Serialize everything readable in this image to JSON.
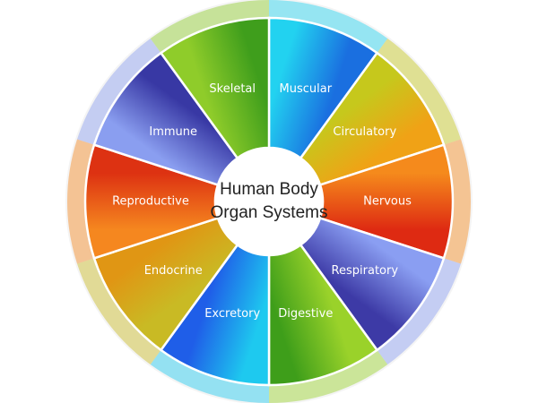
{
  "center": {
    "title_line1": "Human Body",
    "title_line2": "Organ Systems"
  },
  "segments": [
    {
      "label": "Muscular",
      "color_dark": "#1a6fe0",
      "color_light": "#22d2f0"
    },
    {
      "label": "Circulatory",
      "color_dark": "#f0a216",
      "color_light": "#c6c81c"
    },
    {
      "label": "Nervous",
      "color_dark": "#de2a12",
      "color_light": "#f58a1c"
    },
    {
      "label": "Respiratory",
      "color_dark": "#3d3aa6",
      "color_light": "#8a9ef2"
    },
    {
      "label": "Digestive",
      "color_dark": "#3e9e1a",
      "color_light": "#9ad22a"
    },
    {
      "label": "Excretory",
      "color_dark": "#1f5ee8",
      "color_light": "#1ec9ef"
    },
    {
      "label": "Endocrine",
      "color_dark": "#e09614",
      "color_light": "#c9ba24"
    },
    {
      "label": "Reproductive",
      "color_dark": "#dd3212",
      "color_light": "#f5871f"
    },
    {
      "label": "Immune",
      "color_dark": "#3838a4",
      "color_light": "#8a9ef0"
    },
    {
      "label": "Skeletal",
      "color_dark": "#3f9e1c",
      "color_light": "#8fcc2a"
    }
  ]
}
